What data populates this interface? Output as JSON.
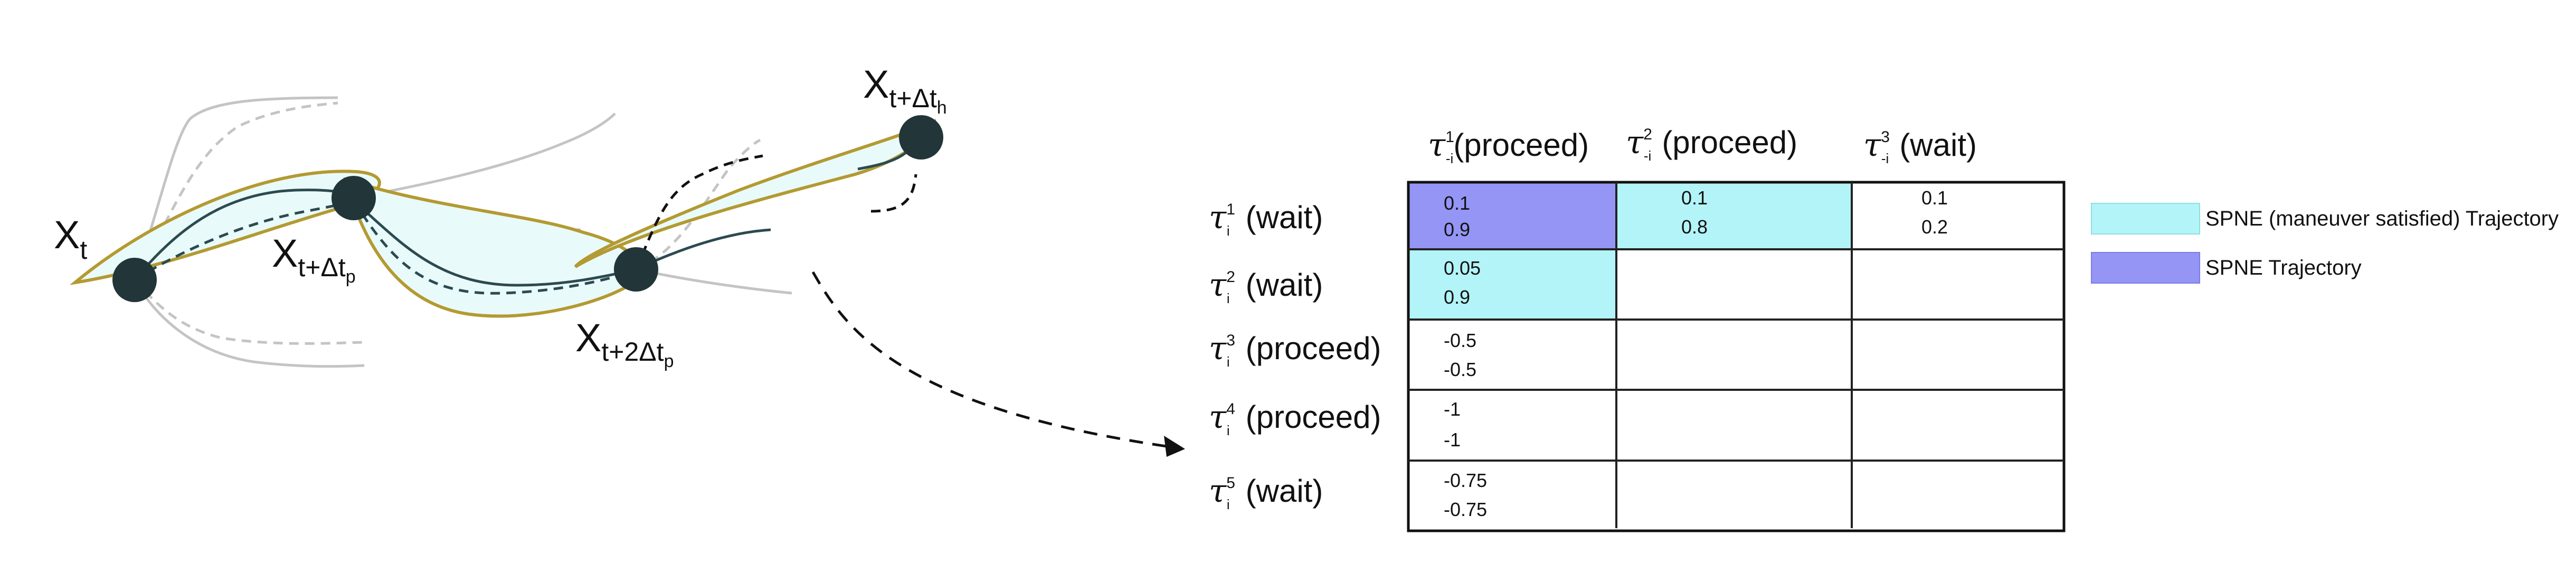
{
  "diagram": {
    "nodes": [
      {
        "id": "xt",
        "main": "X",
        "sub": "t"
      },
      {
        "id": "xtp",
        "main": "X",
        "sub": "t+Δt",
        "subsub": "p"
      },
      {
        "id": "xt2p",
        "main": "X",
        "sub": "t+2Δt",
        "subsub": "p"
      },
      {
        "id": "xth",
        "main": "X",
        "sub": "t+Δt",
        "subsub": "h"
      }
    ]
  },
  "table": {
    "tau_symbol": "τ",
    "columns": [
      {
        "sup": "1",
        "sub": "-i",
        "label": "(proceed)"
      },
      {
        "sup": "2",
        "sub": "-i",
        "label": "(proceed)"
      },
      {
        "sup": "3",
        "sub": "-i",
        "label": "(wait)"
      }
    ],
    "rows": [
      {
        "sup": "1",
        "sub": "i",
        "label": "(wait)",
        "cells": [
          [
            "0.1",
            "0.9"
          ],
          [
            "0.1",
            "0.8"
          ],
          [
            "0.1",
            "0.2"
          ]
        ]
      },
      {
        "sup": "2",
        "sub": "i",
        "label": "(wait)",
        "cells": [
          [
            "0.05",
            "0.9"
          ],
          [
            "",
            ""
          ],
          [
            "",
            ""
          ]
        ]
      },
      {
        "sup": "3",
        "sub": "i",
        "label": "(proceed)",
        "cells": [
          [
            "-0.5",
            "-0.5"
          ],
          [
            "",
            ""
          ],
          [
            "",
            ""
          ]
        ]
      },
      {
        "sup": "4",
        "sub": "i",
        "label": "(proceed)",
        "cells": [
          [
            "-1",
            "-1"
          ],
          [
            "",
            ""
          ],
          [
            "",
            ""
          ]
        ]
      },
      {
        "sup": "5",
        "sub": "i",
        "label": "(wait)",
        "cells": [
          [
            "-0.75",
            "-0.75"
          ],
          [
            "",
            ""
          ],
          [
            "",
            ""
          ]
        ]
      }
    ]
  },
  "legend": {
    "items": [
      {
        "label": "SPNE (maneuver satisfied) Trajectory",
        "color": "#b3f4f8"
      },
      {
        "label": "SPNE Trajectory",
        "color": "#9595f5"
      }
    ]
  },
  "colors": {
    "spne": "#9595f5",
    "spne_maneuver": "#b3f4f8",
    "envelope_fill": "#e9fafa",
    "envelope_stroke": "#b39a32",
    "node": "#223539",
    "trajectory": "#2c4a50"
  }
}
